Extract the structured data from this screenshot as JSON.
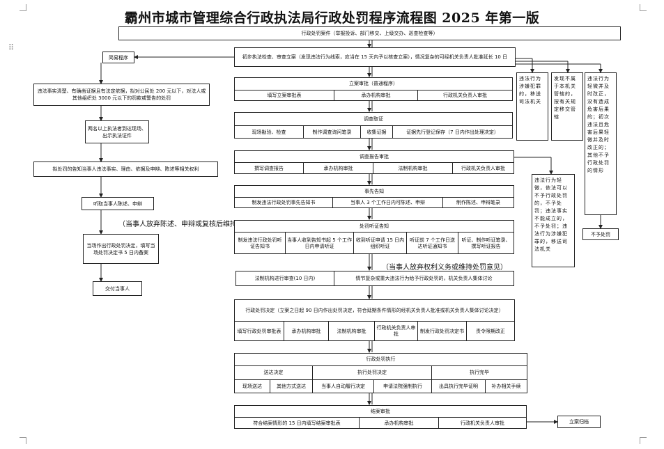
{
  "title": "霸州市城市管理综合行政执法局行政处罚程序流程图 2025 年第一版",
  "case_source": "行政处罚案件（举报投诉、部门移交、上级交办、巡查检查等）",
  "preliminary": "初步执法检查、审查立案（发现违法行为线索，应当在 15 天内予以核查立案），情况复杂的可经机关负责人批准延长 10 日",
  "simple_procedure": {
    "label": "简易程序",
    "criteria": "违法事实清楚、有确凿证据且有法定依据，拟对公民处 200 元以下，对法人或其他组织处 3000 元以下的罚款或警告的处罚",
    "enforcers": "两名以上执法者到达现场、出示执法证件",
    "notify": "拟处罚的告知当事人违法事实、理由、依据及申辩、陈述等相关权利",
    "hear": "听取当事人陈述、申辩",
    "waive_note": "（当事人放弃陈述、申辩或复核后维持）",
    "decision": "当场作出行政处罚决定，填写当场处罚决定书 5 日内备案",
    "deliver": "交付当事人"
  },
  "side": {
    "crime": "违法行为涉嫌犯罪的，移送司法机关",
    "not_ours": "发现不属于本机关管辖的，按有关规定移交管辖",
    "minor": "违法行为轻微并及时改正，没有造成危害后果的；初次违法且危害后果轻微并及时改正的；其他不予行政处罚的情形",
    "no_penalty": "不予处罚",
    "after_review": "违法行为轻微，依法可以不予行政处罚的，不予处罚；违法事实不能成立的，不予处罚；违法行为涉嫌犯罪的，移送司法机关"
  },
  "filing": {
    "header": "立案审批（普通程序）",
    "cells": [
      "填写立案审批表",
      "承办机构审批",
      "行政机关负责人审批"
    ]
  },
  "investigation": {
    "header": "调查取证",
    "cells": [
      "现场勘验、检查",
      "制作调查询问笔录",
      "收集证据",
      "证据先行登记保存（7 日内作出处理决定）"
    ]
  },
  "report": {
    "header": "调查报告审批",
    "cells": [
      "撰写调查报告",
      "承办机构审批",
      "法制机构审批",
      "行政机关负责人审批"
    ]
  },
  "prior_notice": {
    "header": "事先告知",
    "cells": [
      "制发违法行政处罚事先告知书",
      "当事人 3 个工作日内可陈述、申辩",
      "制作陈述、申辩笔录"
    ]
  },
  "hearing_notice": {
    "header": "处罚听证告知",
    "cells": [
      "制发违法行政处罚听证告知书",
      "当事人收到告知书起 5 个工作日内申请听证",
      "收到听证申请 15 日内组织听证",
      "听证前 7 个工作日送达听证通知书",
      "听证、制作听证笔录、撰写听证报告"
    ]
  },
  "waive_hearing_note": "（当事人放弃权利义务或维持处罚意见）",
  "legal_review": {
    "cells": [
      "法制机构进行审查(10 日内)",
      "情节复杂或重大违法行为给予行政处罚的，机关负责人集体讨论"
    ]
  },
  "decision": {
    "header": "行政处罚决定（立案之日起 90 日内作出处罚决定，符合延期条件情形的经机关负责人批准或机关负责人集体讨论决定）",
    "cells": [
      "填写行政处罚审批表",
      "承办机构审批",
      "法制机构审批",
      "行政机关负责人审批",
      "制发行政处罚决定书",
      "责令限期改正"
    ]
  },
  "execution": {
    "header": "行政处罚执行",
    "groups": [
      "送达决定",
      "执行处罚决定",
      "执行完毕"
    ],
    "cells": [
      "现场送达",
      "其他方式送达",
      "当事人自动履行决定",
      "申请法院强制执行",
      "出具执行完毕证明",
      "补办相关手续"
    ]
  },
  "closing": {
    "header": "结案审批",
    "cells": [
      "符合结案情形的 15 日内填写结案审批表",
      "承办机构审批",
      "行政机关负责人审批"
    ],
    "archive": "立案归档"
  }
}
